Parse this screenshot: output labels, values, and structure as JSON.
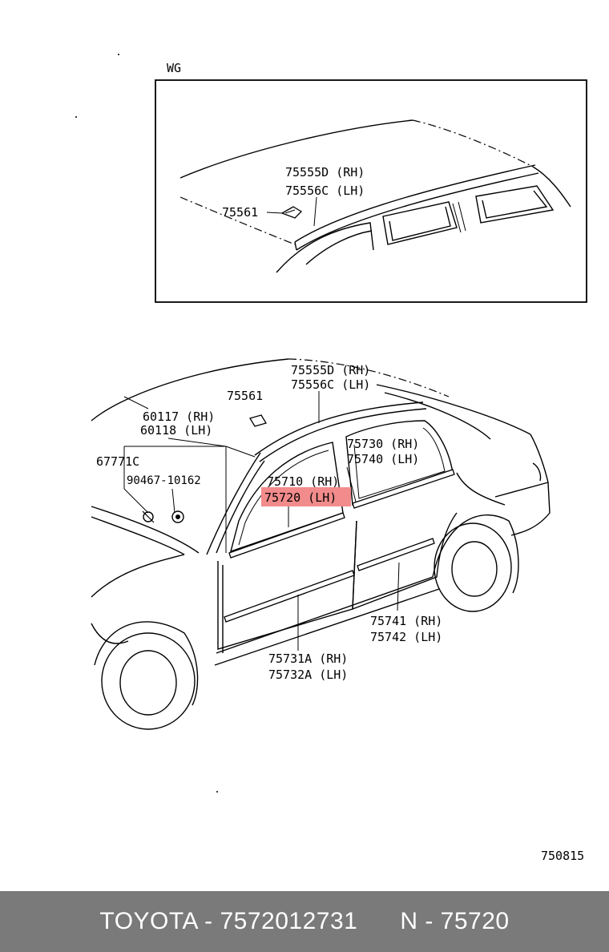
{
  "inset": {
    "tag": "WG",
    "labels": {
      "molding_rh": "75555D (RH)",
      "molding_lh": "75556C (LH)",
      "clip": "75561"
    }
  },
  "main": {
    "labels": {
      "roof_molding_rh": "75555D (RH)",
      "roof_molding_lh": "75556C (LH)",
      "clip": "75561",
      "emblem_rh": "60117 (RH)",
      "emblem_lh": "60118 (LH)",
      "part_67771c": "67771C",
      "part_90467": "90467-10162",
      "rear_belt_rh": "75730 (RH)",
      "rear_belt_lh": "75740 (LH)",
      "front_belt_rh": "75710 (RH)",
      "front_belt_lh": "75720 (LH)",
      "rear_side_rh": "75741 (RH)",
      "rear_side_lh": "75742 (LH)",
      "front_side_rh": "75731A (RH)",
      "front_side_lh": "75732A (LH)"
    },
    "highlight_color": "#f28b8b"
  },
  "figure_number": "750815",
  "footer": {
    "text": "TOYOTA - 7572012731      N - 75720"
  }
}
